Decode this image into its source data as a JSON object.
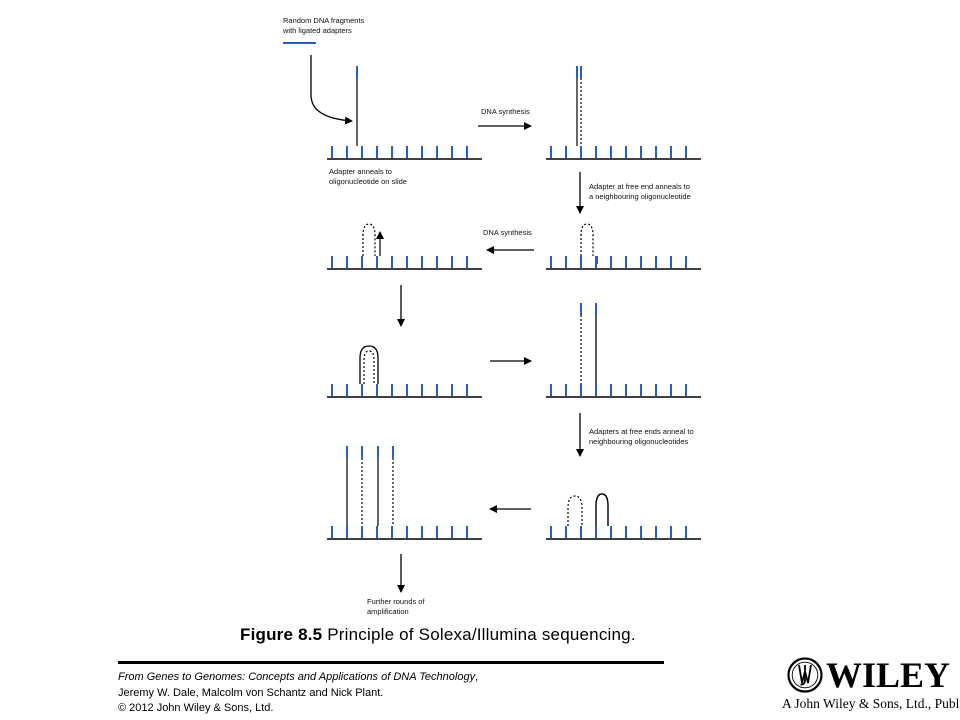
{
  "colors": {
    "adapter": "#2a5fbf",
    "strand": "#000000",
    "text": "#111111"
  },
  "labels": {
    "random_fragments": [
      "Random DNA fragments",
      "with ligated adapters"
    ],
    "dna_synthesis_1": "DNA synthesis",
    "adapter_anneals": [
      "Adapter anneals to",
      "oligonucleotide on slide"
    ],
    "adapter_free_end": [
      "Adapter at free end anneals to",
      "a neighbouring oligonucleotide"
    ],
    "dna_synthesis_2": "DNA synthesis",
    "adapters_free_ends": [
      "Adapters at free ends anneal to",
      "neighbouring oligonucleotides"
    ],
    "further_rounds": [
      "Further rounds of",
      "amplification"
    ]
  },
  "caption": {
    "figure_number": "Figure 8.5",
    "title": " Principle of Solexa/Illumina sequencing."
  },
  "citation": {
    "book_title": "From Genes to Genomes: Concepts and Applications of DNA Technology",
    "book_suffix": ",",
    "authors": "Jeremy W. Dale, Malcolm von Schantz and Nick Plant.",
    "copyright": "© 2012 John Wiley & Sons, Ltd."
  },
  "logo": {
    "wordmark": "WILEY",
    "tagline": "A John Wiley & Sons, Ltd., Publication",
    "icon": "wiley-jw-seal-icon"
  }
}
